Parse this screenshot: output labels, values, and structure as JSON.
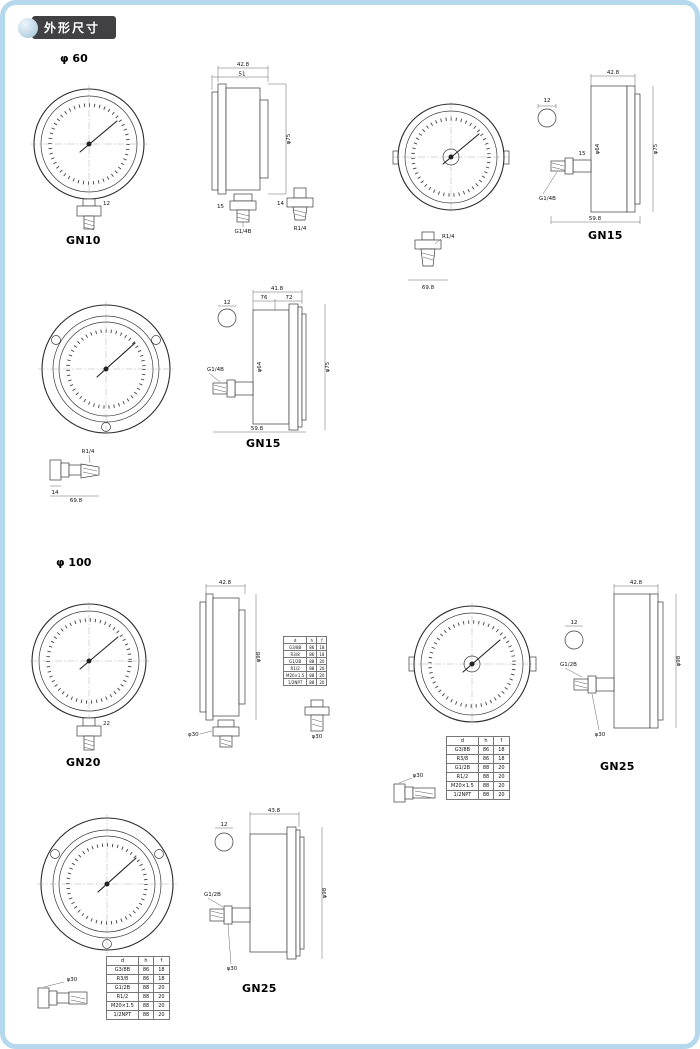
{
  "header": {
    "badge": "外形尺寸"
  },
  "sections": {
    "s60": "φ 60",
    "s100": "φ 100"
  },
  "models": {
    "gn10": "GN10",
    "gn15a": "GN15",
    "gn15b": "GN15",
    "gn20": "GN20",
    "gn25a": "GN25",
    "gn25b": "GN25"
  },
  "dims": {
    "gn10": {
      "depth": "42.8",
      "total_depth": "51",
      "case_dia": "φ75",
      "stem_hex": "15",
      "stem_sq": "12",
      "thread": "G1/4B",
      "alt_thread": "R1/4",
      "alt_sq": "14"
    },
    "gn15a": {
      "hole": "12",
      "depth": "42.8",
      "case_dia": "φ64",
      "flange_dia": "φ75",
      "stem_hex": "15",
      "thread": "G1/4B",
      "total": "59.8",
      "alt_thread": "R1/4",
      "alt_total": "69.8"
    },
    "gn15b": {
      "depth": "41.8",
      "sub_left": "76",
      "sub_right": "72",
      "hole": "12",
      "case_dia": "φ64",
      "flange_dia": "φ75",
      "thread": "G1/4B",
      "total": "59.8",
      "alt_thread": "R1/4",
      "alt_sq": "14",
      "alt_total": "69.8"
    },
    "gn20": {
      "depth": "42.8",
      "case_dia": "φ98",
      "stem_sq": "22",
      "hex": "φ30",
      "alt_hex": "φ30"
    },
    "gn25a": {
      "depth": "42.8",
      "hole": "12",
      "case_dia": "φ98",
      "thread": "G1/2B",
      "hex": "φ30",
      "alt_hex": "φ30"
    },
    "gn25b": {
      "depth": "43.8",
      "hole": "12",
      "case_dia": "φ98",
      "thread": "G1/2B",
      "hex": "φ30",
      "alt_hex": "φ30"
    }
  },
  "thread_table": {
    "headers": [
      "d",
      "h",
      "f"
    ],
    "rows": [
      [
        "G3/8B",
        "86",
        "18"
      ],
      [
        "R3/8",
        "86",
        "18"
      ],
      [
        "G1/2B",
        "88",
        "20"
      ],
      [
        "R1/2",
        "88",
        "20"
      ],
      [
        "M20×1.5",
        "88",
        "20"
      ],
      [
        "1/2NPT",
        "88",
        "20"
      ]
    ]
  }
}
